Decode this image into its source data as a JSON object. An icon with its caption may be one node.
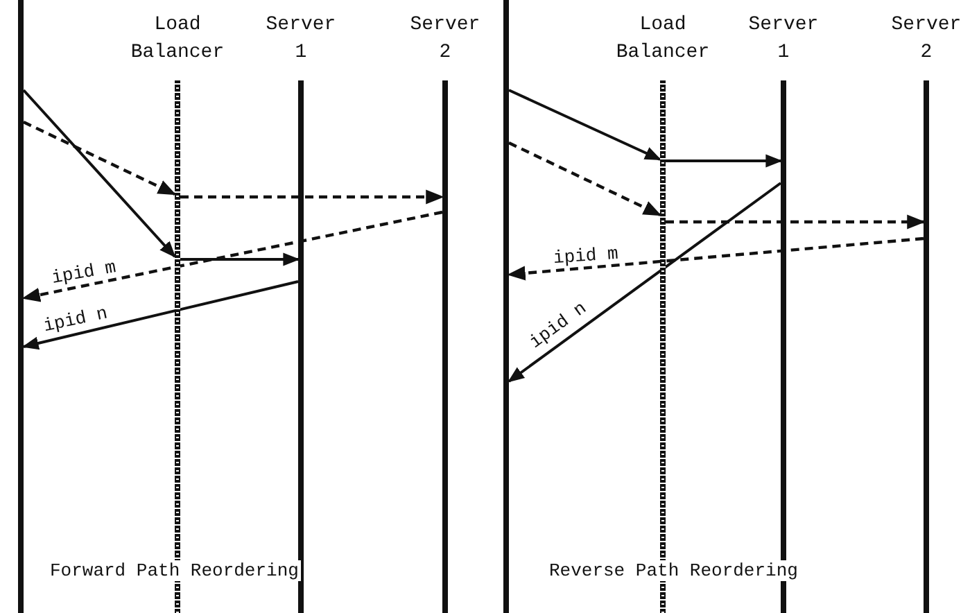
{
  "diagram": {
    "nodes": [
      {
        "text": [],
        "shape": "line"
      },
      {
        "text": [
          "Load Balancer"
        ]
      },
      {
        "text": [
          "Server 1"
        ]
      },
      {
        "text": [
          "Server 2"
        ]
      },
      {
        "text": [],
        "shape": "line"
      },
      {
        "text": [
          "Load Balancer"
        ]
      },
      {
        "text": [
          "Server 1"
        ]
      },
      {
        "text": [
          "Server 2"
        ]
      }
    ],
    "edges": [
      {
        "from": 0,
        "to": 1,
        "arrow": "to"
      },
      {
        "from": 1,
        "to": 2,
        "arrow": "to"
      },
      {
        "from": 2,
        "to": 0,
        "arrow": "to",
        "label": "ipid n"
      },
      {
        "from": 0,
        "to": 1,
        "arrow": "to",
        "style": "dashed"
      },
      {
        "from": 1,
        "to": 3,
        "arrow": "to",
        "style": "dashed"
      },
      {
        "from": 3,
        "to": 0,
        "arrow": "to",
        "style": "dashed",
        "label": "ipid m"
      },
      {
        "from": 4,
        "to": 5,
        "arrow": "to"
      },
      {
        "from": 5,
        "to": 6,
        "arrow": "to"
      },
      {
        "from": 6,
        "to": 4,
        "arrow": "to",
        "label": "ipid n"
      },
      {
        "from": 4,
        "to": 5,
        "arrow": "to",
        "style": "dashed"
      },
      {
        "from": 5,
        "to": 7,
        "arrow": "to",
        "style": "dashed"
      },
      {
        "from": 7,
        "to": 4,
        "arrow": "to",
        "style": "dashed",
        "label": "ipid m"
      }
    ],
    "labels": [
      "Forward Path Reordering",
      "Reverse Path Reordering"
    ]
  }
}
